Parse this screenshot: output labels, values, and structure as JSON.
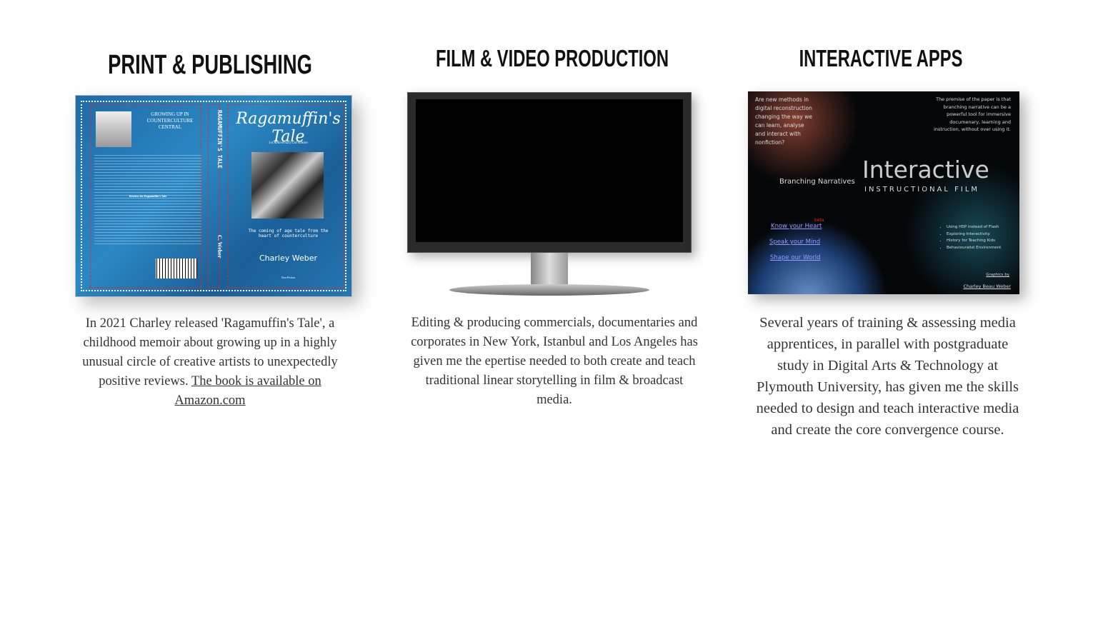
{
  "columns": [
    {
      "heading": "PRINT & PUBLISHING",
      "text": "In 2021 Charley released 'Ragamuffin's Tale', a childhood memoir about growing up in a highly unusual circle of creative artists to unexpectedly positive reviews. ",
      "link": "The book is available on Amazon.com "
    },
    {
      "heading": "FILM & VIDEO PRODUCTION",
      "text": "Editing & producing commercials, documentaries and corporates in New York, Istanbul and Los Angeles has given me the epertise needed to both create and teach traditional linear storytelling in film & broadcast media."
    },
    {
      "heading": "INTERACTIVE APPS",
      "text": "Several years of training & assessing media apprentices, in parallel with postgraduate study in Digital Arts & Technology at Plymouth University, has given me the skills needed to design and teach interactive media and create the core convergence course."
    }
  ],
  "book": {
    "back_title": "GROWING UP IN COUNTERCULTURE CENTRAL",
    "reviews_heading": "Reviews for Ragamuffin's Tale",
    "spine": "RAGAMUFFIN'S TALE",
    "spine_author": "C. Weber",
    "title": "Ragamuffin's Tale",
    "edition": "1st Anniversary Ltd edition",
    "tagline": "The coming of age tale from the heart of counterculture",
    "author": "Charley Weber",
    "genre": "Non-Fiction"
  },
  "apps": {
    "question": "Are new methods in digital reconstruction changing the way we can learn, analyse and interact with nonfiction?",
    "premise": "The premise of the paper is that branching narrative can be a powerful tool for immersive documenary, learning and instruction, without over using it.",
    "branching": "Branching Narratives",
    "title": "Interactive",
    "subtitle": "INSTRUCTIONAL FILM",
    "links": [
      "Know your Heart",
      "Speak your Mind",
      "Shape our World"
    ],
    "beta": "beta",
    "bullets": [
      "Using H5P instead of Flash",
      "Exploring Interactivity",
      "History for Teaching Kids",
      "Behaviouralist Environment"
    ],
    "credit1": "Graphics by",
    "credit2": "Charley Beau Weber"
  }
}
